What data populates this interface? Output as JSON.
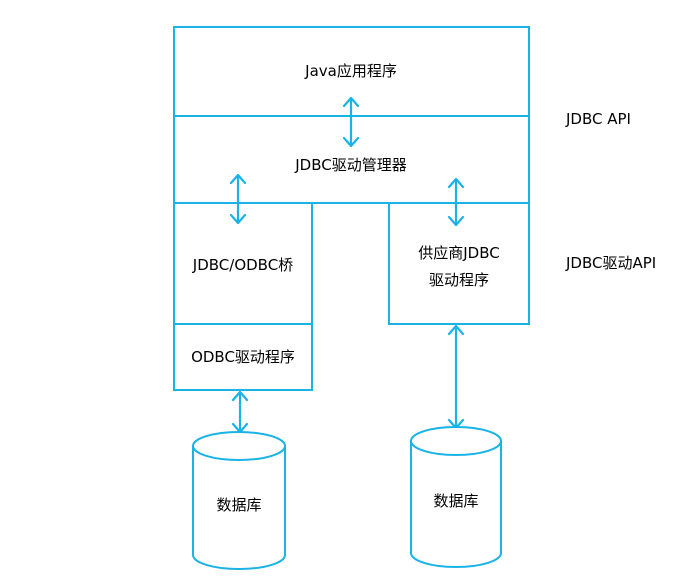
{
  "diagram": {
    "colors": {
      "stroke": "#1ab3e6",
      "text": "#000000",
      "background": "#ffffff"
    },
    "nodes": {
      "java_app": "Java应用程序",
      "driver_manager": "JDBC驱动管理器",
      "jdbc_odbc_bridge": "JDBC/ODBC桥",
      "odbc_driver": "ODBC驱动程序",
      "vendor_driver_line1": "供应商JDBC",
      "vendor_driver_line2": "驱动程序",
      "database_left": "数据库",
      "database_right": "数据库"
    },
    "side_labels": {
      "jdbc_api": "JDBC API",
      "jdbc_driver_api": "JDBC驱动API"
    },
    "connections": [
      {
        "from": "java_app",
        "to": "driver_manager",
        "type": "bidirectional"
      },
      {
        "from": "driver_manager",
        "to": "jdbc_odbc_bridge",
        "type": "bidirectional"
      },
      {
        "from": "driver_manager",
        "to": "vendor_driver",
        "type": "bidirectional"
      },
      {
        "from": "odbc_driver",
        "to": "database_left",
        "type": "bidirectional"
      },
      {
        "from": "vendor_driver",
        "to": "database_right",
        "type": "bidirectional"
      }
    ]
  }
}
